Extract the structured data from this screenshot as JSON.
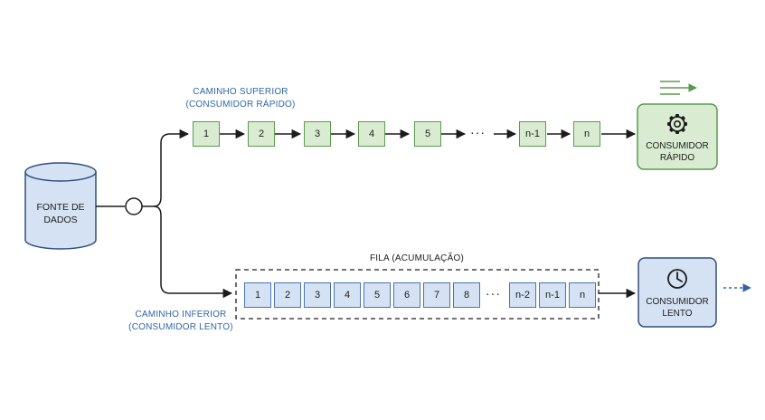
{
  "source": {
    "label_line1": "FONTE DE",
    "label_line2": "DADOS"
  },
  "upper_path": {
    "title_line1": "CAMINHO SUPERIOR",
    "title_line2": "(CONSUMIDOR RÁPIDO)",
    "items": [
      "1",
      "2",
      "3",
      "4",
      "5",
      "n-1",
      "n"
    ],
    "ellipsis": "···"
  },
  "lower_path": {
    "title_line1": "CAMINHO INFERIOR",
    "title_line2": "(CONSUMIDOR LENTO)",
    "queue_title": "FILA  (ACUMULAÇÃO)",
    "items": [
      "1",
      "2",
      "3",
      "4",
      "5",
      "6",
      "7",
      "8",
      "n-2",
      "n-1",
      "n"
    ],
    "ellipsis": "···"
  },
  "fast_consumer": {
    "label_line1": "CONSUMIDOR",
    "label_line2": "RÁPIDO",
    "icon": "gear-icon",
    "indicator_icon": "speed-lines-arrow-icon"
  },
  "slow_consumer": {
    "label_line1": "CONSUMIDOR",
    "label_line2": "LENTO",
    "icon": "clock-icon",
    "indicator_icon": "dashed-arrow-icon"
  },
  "colors": {
    "green_fill": "#d9ecd2",
    "green_stroke": "#5a9a4c",
    "blue_fill": "#d5e2f3",
    "blue_stroke": "#4a74b0",
    "label_blue": "#2f66a8",
    "line": "#1c1c1c"
  }
}
